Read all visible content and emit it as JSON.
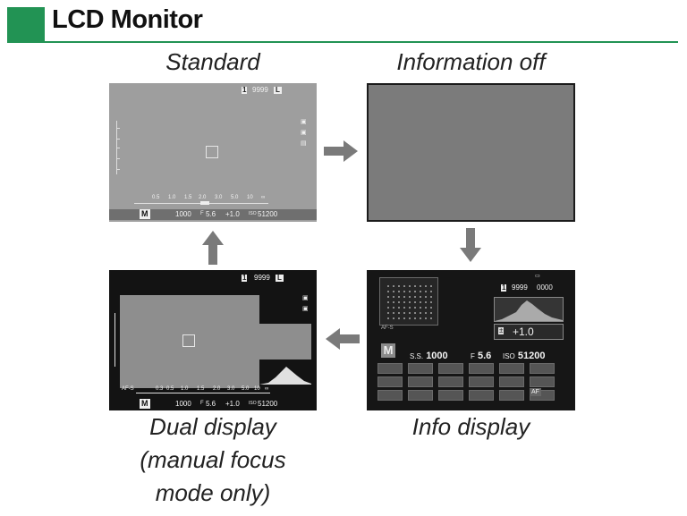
{
  "header": {
    "title": "LCD Monitor",
    "accent_color": "#229354"
  },
  "panels": {
    "standard": {
      "caption": "Standard",
      "frames": "9999",
      "scale_labels": [
        "0.5",
        "1.0",
        "1.5",
        "2.0",
        "3.0",
        "5.0",
        "10",
        "∞"
      ],
      "mode": "M",
      "shutter": "1000",
      "aperture_prefix": "F",
      "aperture": "5.6",
      "ev": "+1.0",
      "iso_prefix": "ISO",
      "iso": "51200"
    },
    "information_off": {
      "caption": "Information off"
    },
    "info_display": {
      "caption": "Info display",
      "frames": "9999",
      "counter": "0000",
      "af_label": "AF-S",
      "ev": "+1.0",
      "mode": "M",
      "ss_prefix": "S.S.",
      "shutter": "1000",
      "f_prefix": "F",
      "aperture": "5.6",
      "iso_prefix": "ISO",
      "iso": "51200",
      "af_badge": "AF"
    },
    "dual_display": {
      "caption_lines": [
        "Dual display",
        "(manual focus",
        "mode only)"
      ],
      "frames": "9999",
      "af_label": "AF-S",
      "scale_labels": [
        "0.3",
        "0.5",
        "1.0",
        "1.5",
        "2.0",
        "3.0",
        "5.0",
        "10",
        "∞"
      ],
      "mode": "M",
      "shutter": "1000",
      "aperture_prefix": "F",
      "aperture": "5.6",
      "ev": "+1.0",
      "iso_prefix": "ISO",
      "iso": "51200"
    }
  }
}
